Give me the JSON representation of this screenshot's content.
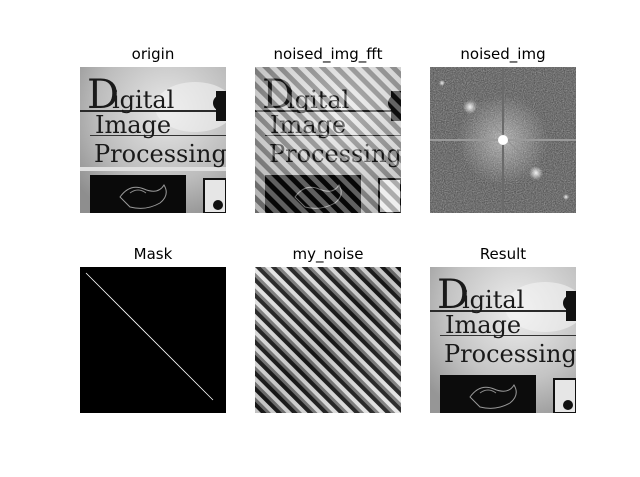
{
  "panels": [
    {
      "id": "origin",
      "title": "origin"
    },
    {
      "id": "noised_img_fft",
      "title": "noised_img_fft"
    },
    {
      "id": "noised_img",
      "title": "noised_img"
    },
    {
      "id": "mask",
      "title": "Mask"
    },
    {
      "id": "my_noise",
      "title": "my_noise"
    },
    {
      "id": "result",
      "title": "Result"
    }
  ],
  "book_cover": {
    "line1_initial": "D",
    "line1_rest": "igital",
    "line2": "Image",
    "line3": "Processing"
  }
}
